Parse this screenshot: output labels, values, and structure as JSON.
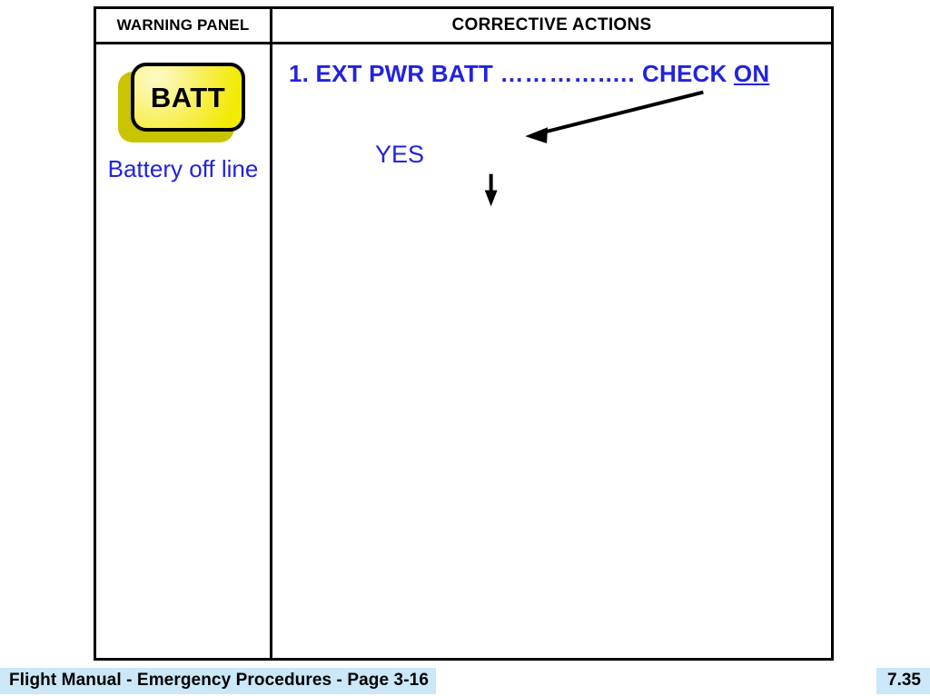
{
  "document": {
    "table": {
      "headers": {
        "warning_panel": "WARNING PANEL",
        "corrective_actions": "CORRECTIVE ACTIONS"
      },
      "warning_cell": {
        "lamp_label": "BATT",
        "lamp_icon": "battery-warning-lamp-icon",
        "caption": "Battery off line",
        "lamp_color_light": "#fdfbc4",
        "lamp_color_dark": "#f2ea00",
        "lamp_shadow_color": "#c9c400"
      },
      "action_cell": {
        "step_number": "1.",
        "step_item": "EXT PWR BATT",
        "leader": "………….....",
        "step_action": "CHECK",
        "step_action_value": "ON",
        "full_line": "1. EXT PWR BATT …………….... CHECK ON",
        "branch_label": "YES",
        "arrow_diagonal": "arrow-pointing-down-left-icon",
        "arrow_vertical": "arrow-pointing-down-icon",
        "text_color": "#2222e0"
      }
    },
    "footer": {
      "left_text": "Flight Manual - Emergency Procedures - Page 3-16",
      "page_number": "7.35",
      "highlight_color": "#cbe7f8"
    }
  }
}
